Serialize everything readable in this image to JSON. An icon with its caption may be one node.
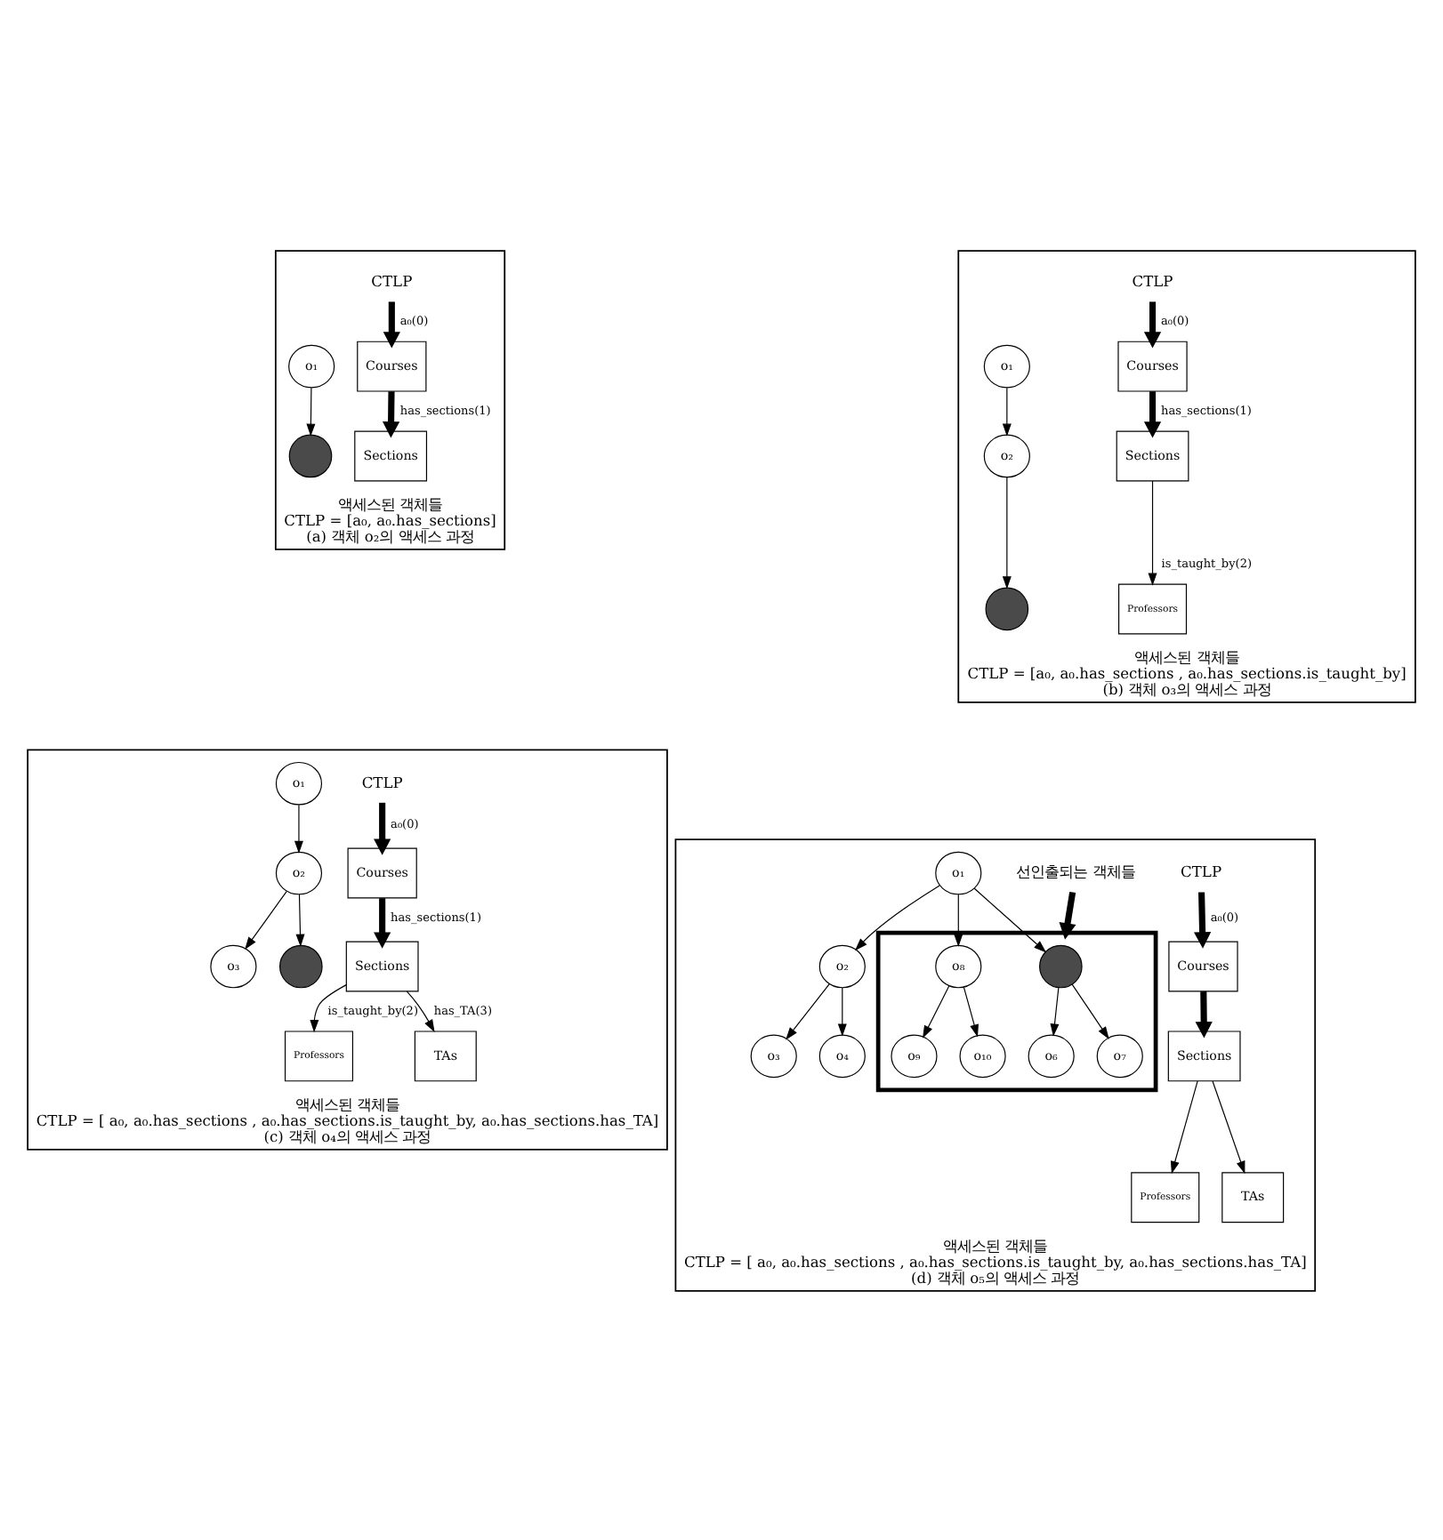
{
  "diagram": {
    "nodes": [
      {
        "text": [
          "액세스된 객체들",
          "CTLP = [a₀, a₀.has_sections]",
          "(a) 객체 o₂의 액세스 과정"
        ]
      },
      {
        "text": [
          "o₁"
        ],
        "in": 0
      },
      {
        "text": [],
        "shape": "circle",
        "in": 0
      },
      {
        "text": [
          "CTLP"
        ],
        "in": 0
      },
      {
        "text": [
          "Courses"
        ],
        "in": 0
      },
      {
        "text": [
          "Sections"
        ],
        "in": 0
      },
      {
        "text": [
          "액세스된 객체들",
          "CTLP = [a₀, a₀.has_sections , a₀.has_sections.is_taught_by]",
          "(b) 객체 o₃의 액세스 과정"
        ]
      },
      {
        "text": [
          "o₁"
        ],
        "in": 6
      },
      {
        "text": [
          "o₂"
        ],
        "in": 6
      },
      {
        "text": [],
        "shape": "circle",
        "in": 6
      },
      {
        "text": [
          "CTLP"
        ],
        "in": 6
      },
      {
        "text": [
          "Courses"
        ],
        "in": 6
      },
      {
        "text": [
          "Sections"
        ],
        "in": 6
      },
      {
        "text": [
          "Professors"
        ],
        "in": 6
      },
      {
        "text": [
          "액세스된 객체들",
          "CTLP = [ a₀, a₀.has_sections , a₀.has_sections.is_taught_by, a₀.has_sections.has_TA]",
          "(c) 객체 o₄의 액세스 과정"
        ]
      },
      {
        "text": [
          "o₁"
        ],
        "in": 14
      },
      {
        "text": [
          "o₂"
        ],
        "in": 14
      },
      {
        "text": [
          "o₃"
        ],
        "in": 14
      },
      {
        "text": [],
        "shape": "circle",
        "in": 14
      },
      {
        "text": [
          "CTLP"
        ],
        "in": 14
      },
      {
        "text": [
          "Courses"
        ],
        "in": 14
      },
      {
        "text": [
          "Sections"
        ],
        "in": 14
      },
      {
        "text": [
          "Professors"
        ],
        "in": 14
      },
      {
        "text": [
          "TAs"
        ],
        "in": 14
      },
      {
        "text": [
          "액세스된 객체들",
          "CTLP = [ a₀, a₀.has_sections , a₀.has_sections.is_taught_by, a₀.has_sections.has_TA]",
          "(d) 객체 o₅의 액세스 과정"
        ]
      },
      {
        "text": [
          "o₁"
        ],
        "in": 24
      },
      {
        "text": [
          "o₂"
        ],
        "in": 24
      },
      {
        "text": [
          "o₃"
        ],
        "in": 24
      },
      {
        "text": [
          "o₄"
        ],
        "in": 24
      },
      {
        "text": [
          "선인출되는 객체들"
        ],
        "in": 24
      },
      {
        "text": [],
        "shape": "box",
        "in": 24
      },
      {
        "text": [],
        "shape": "circle",
        "in": 30
      },
      {
        "text": [
          "o₈"
        ],
        "in": 30
      },
      {
        "text": [
          "o₆"
        ],
        "in": 30
      },
      {
        "text": [
          "o₇"
        ],
        "in": 30
      },
      {
        "text": [
          "o₉"
        ],
        "in": 30
      },
      {
        "text": [
          "o₁₀"
        ],
        "in": 30
      },
      {
        "text": [
          "CTLP"
        ],
        "in": 24
      },
      {
        "text": [
          "Courses"
        ],
        "in": 24
      },
      {
        "text": [
          "Sections"
        ],
        "in": 24
      },
      {
        "text": [
          "Professors"
        ],
        "in": 24
      },
      {
        "text": [
          "TAs"
        ],
        "in": 24
      }
    ],
    "edges": [
      {
        "from": 1,
        "to": 2,
        "arrow": "to"
      },
      {
        "from": 3,
        "to": 4,
        "arrow": "to",
        "label": "a₀(0)",
        "style": "thick"
      },
      {
        "from": 4,
        "to": 5,
        "arrow": "to",
        "label": "has_sections(1)",
        "style": "thick"
      },
      {
        "from": 7,
        "to": 8,
        "arrow": "to"
      },
      {
        "from": 8,
        "to": 9,
        "arrow": "to"
      },
      {
        "from": 10,
        "to": 11,
        "arrow": "to",
        "label": "a₀(0)",
        "style": "thick"
      },
      {
        "from": 11,
        "to": 12,
        "arrow": "to",
        "label": "has_sections(1)",
        "style": "thick"
      },
      {
        "from": 12,
        "to": 13,
        "arrow": "to",
        "label": "is_taught_by(2)"
      },
      {
        "from": 15,
        "to": 16,
        "arrow": "to"
      },
      {
        "from": 16,
        "to": 17,
        "arrow": "to"
      },
      {
        "from": 16,
        "to": 18,
        "arrow": "to"
      },
      {
        "from": 19,
        "to": 20,
        "arrow": "to",
        "label": "a₀(0)",
        "style": "thick"
      },
      {
        "from": 20,
        "to": 21,
        "arrow": "to",
        "label": "has_sections(1)",
        "style": "thick"
      },
      {
        "from": 21,
        "to": 22,
        "arrow": "to",
        "label": "is_taught_by(2)"
      },
      {
        "from": 21,
        "to": 23,
        "arrow": "to",
        "label": "has_TA(3)"
      },
      {
        "from": 25,
        "to": 26,
        "arrow": "to"
      },
      {
        "from": 25,
        "to": 31,
        "arrow": "to"
      },
      {
        "from": 25,
        "to": 32,
        "arrow": "to"
      },
      {
        "from": 26,
        "to": 27,
        "arrow": "to"
      },
      {
        "from": 26,
        "to": 28,
        "arrow": "to"
      },
      {
        "from": 31,
        "to": 33,
        "arrow": "to"
      },
      {
        "from": 31,
        "to": 34,
        "arrow": "to"
      },
      {
        "from": 32,
        "to": 35,
        "arrow": "to"
      },
      {
        "from": 32,
        "to": 36,
        "arrow": "to"
      },
      {
        "from": 29,
        "to": 30,
        "arrow": "to",
        "style": "thick"
      },
      {
        "from": 37,
        "to": 38,
        "arrow": "to",
        "label": "a₀(0)",
        "style": "thick"
      },
      {
        "from": 38,
        "to": 39,
        "arrow": "to",
        "style": "thick"
      },
      {
        "from": 39,
        "to": 40,
        "arrow": "to"
      },
      {
        "from": 39,
        "to": 41,
        "arrow": "to"
      }
    ]
  }
}
